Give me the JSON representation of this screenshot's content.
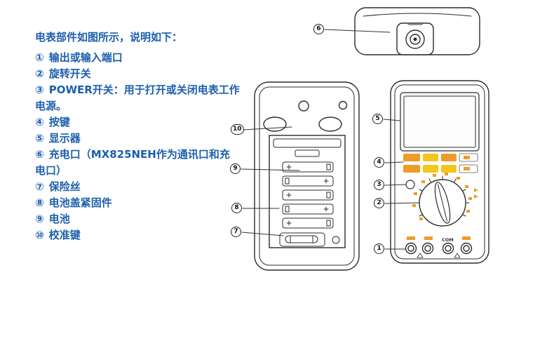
{
  "colors": {
    "text-blue": "#1c5fad",
    "line-dark": "#2b2b2b",
    "accent-orange": "#ef9b28",
    "accent-yellow": "#f2c71d"
  },
  "description": {
    "intro": "电表部件如图所示，说明如下：",
    "items": [
      {
        "num": "①",
        "label": "输出或输入端口"
      },
      {
        "num": "②",
        "label": "旋转开关"
      },
      {
        "num": "③",
        "label": "POWER开关：用于打开或关闭电表工作电源。"
      },
      {
        "num": "④",
        "label": "按键"
      },
      {
        "num": "⑤",
        "label": "显示器"
      },
      {
        "num": "⑥",
        "label": "充电口（MX825NEH作为通讯口和充电口）"
      },
      {
        "num": "⑦",
        "label": "保险丝"
      },
      {
        "num": "⑧",
        "label": "电池盖紧固件"
      },
      {
        "num": "⑨",
        "label": "电池"
      },
      {
        "num": "⑩",
        "label": "校准键"
      }
    ]
  },
  "callouts": {
    "1": "1",
    "2": "2",
    "3": "3",
    "4": "4",
    "5": "5",
    "6": "6",
    "7": "7",
    "8": "8",
    "9": "9",
    "10": "10"
  },
  "figure": {
    "jack_label": "COM"
  }
}
